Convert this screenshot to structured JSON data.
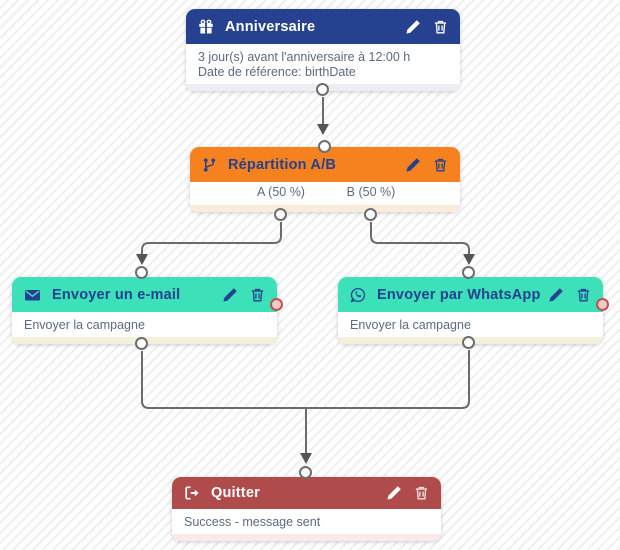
{
  "canvas": {
    "type": "automation-workflow-editor",
    "colors": {
      "navy_header": "#26418f",
      "orange_header": "#f6821f",
      "teal_header": "#3ce1b9",
      "red_header": "#b04b4b",
      "title_on_light_header": "#26418f",
      "title_on_dark_header": "#ffffff",
      "body_text": "#5b6b80",
      "connector_line": "#6b6b6b",
      "error_port_border": "#bf5251",
      "error_port_fill": "#f2caca"
    }
  },
  "nodes": {
    "birthday": {
      "title": "Anniversaire",
      "icon": "gift-icon",
      "line1": "3 jour(s) avant l'anniversaire à 12:00 h",
      "line2": "Date de référence: birthDate"
    },
    "split": {
      "title": "Répartition A/B",
      "icon": "code-branch-icon",
      "branch_a_label": "A (50 %)",
      "branch_b_label": "B (50 %)"
    },
    "email": {
      "title": "Envoyer un e-mail",
      "icon": "envelope-icon",
      "line1": "Envoyer la campagne"
    },
    "whatsapp": {
      "title": "Envoyer par WhatsApp",
      "icon": "whatsapp-icon",
      "line1": "Envoyer la campagne"
    },
    "exit": {
      "title": "Quitter",
      "icon": "sign-out-icon",
      "line1": "Success - message sent"
    }
  },
  "actions": {
    "edit": "edit",
    "delete": "delete"
  }
}
